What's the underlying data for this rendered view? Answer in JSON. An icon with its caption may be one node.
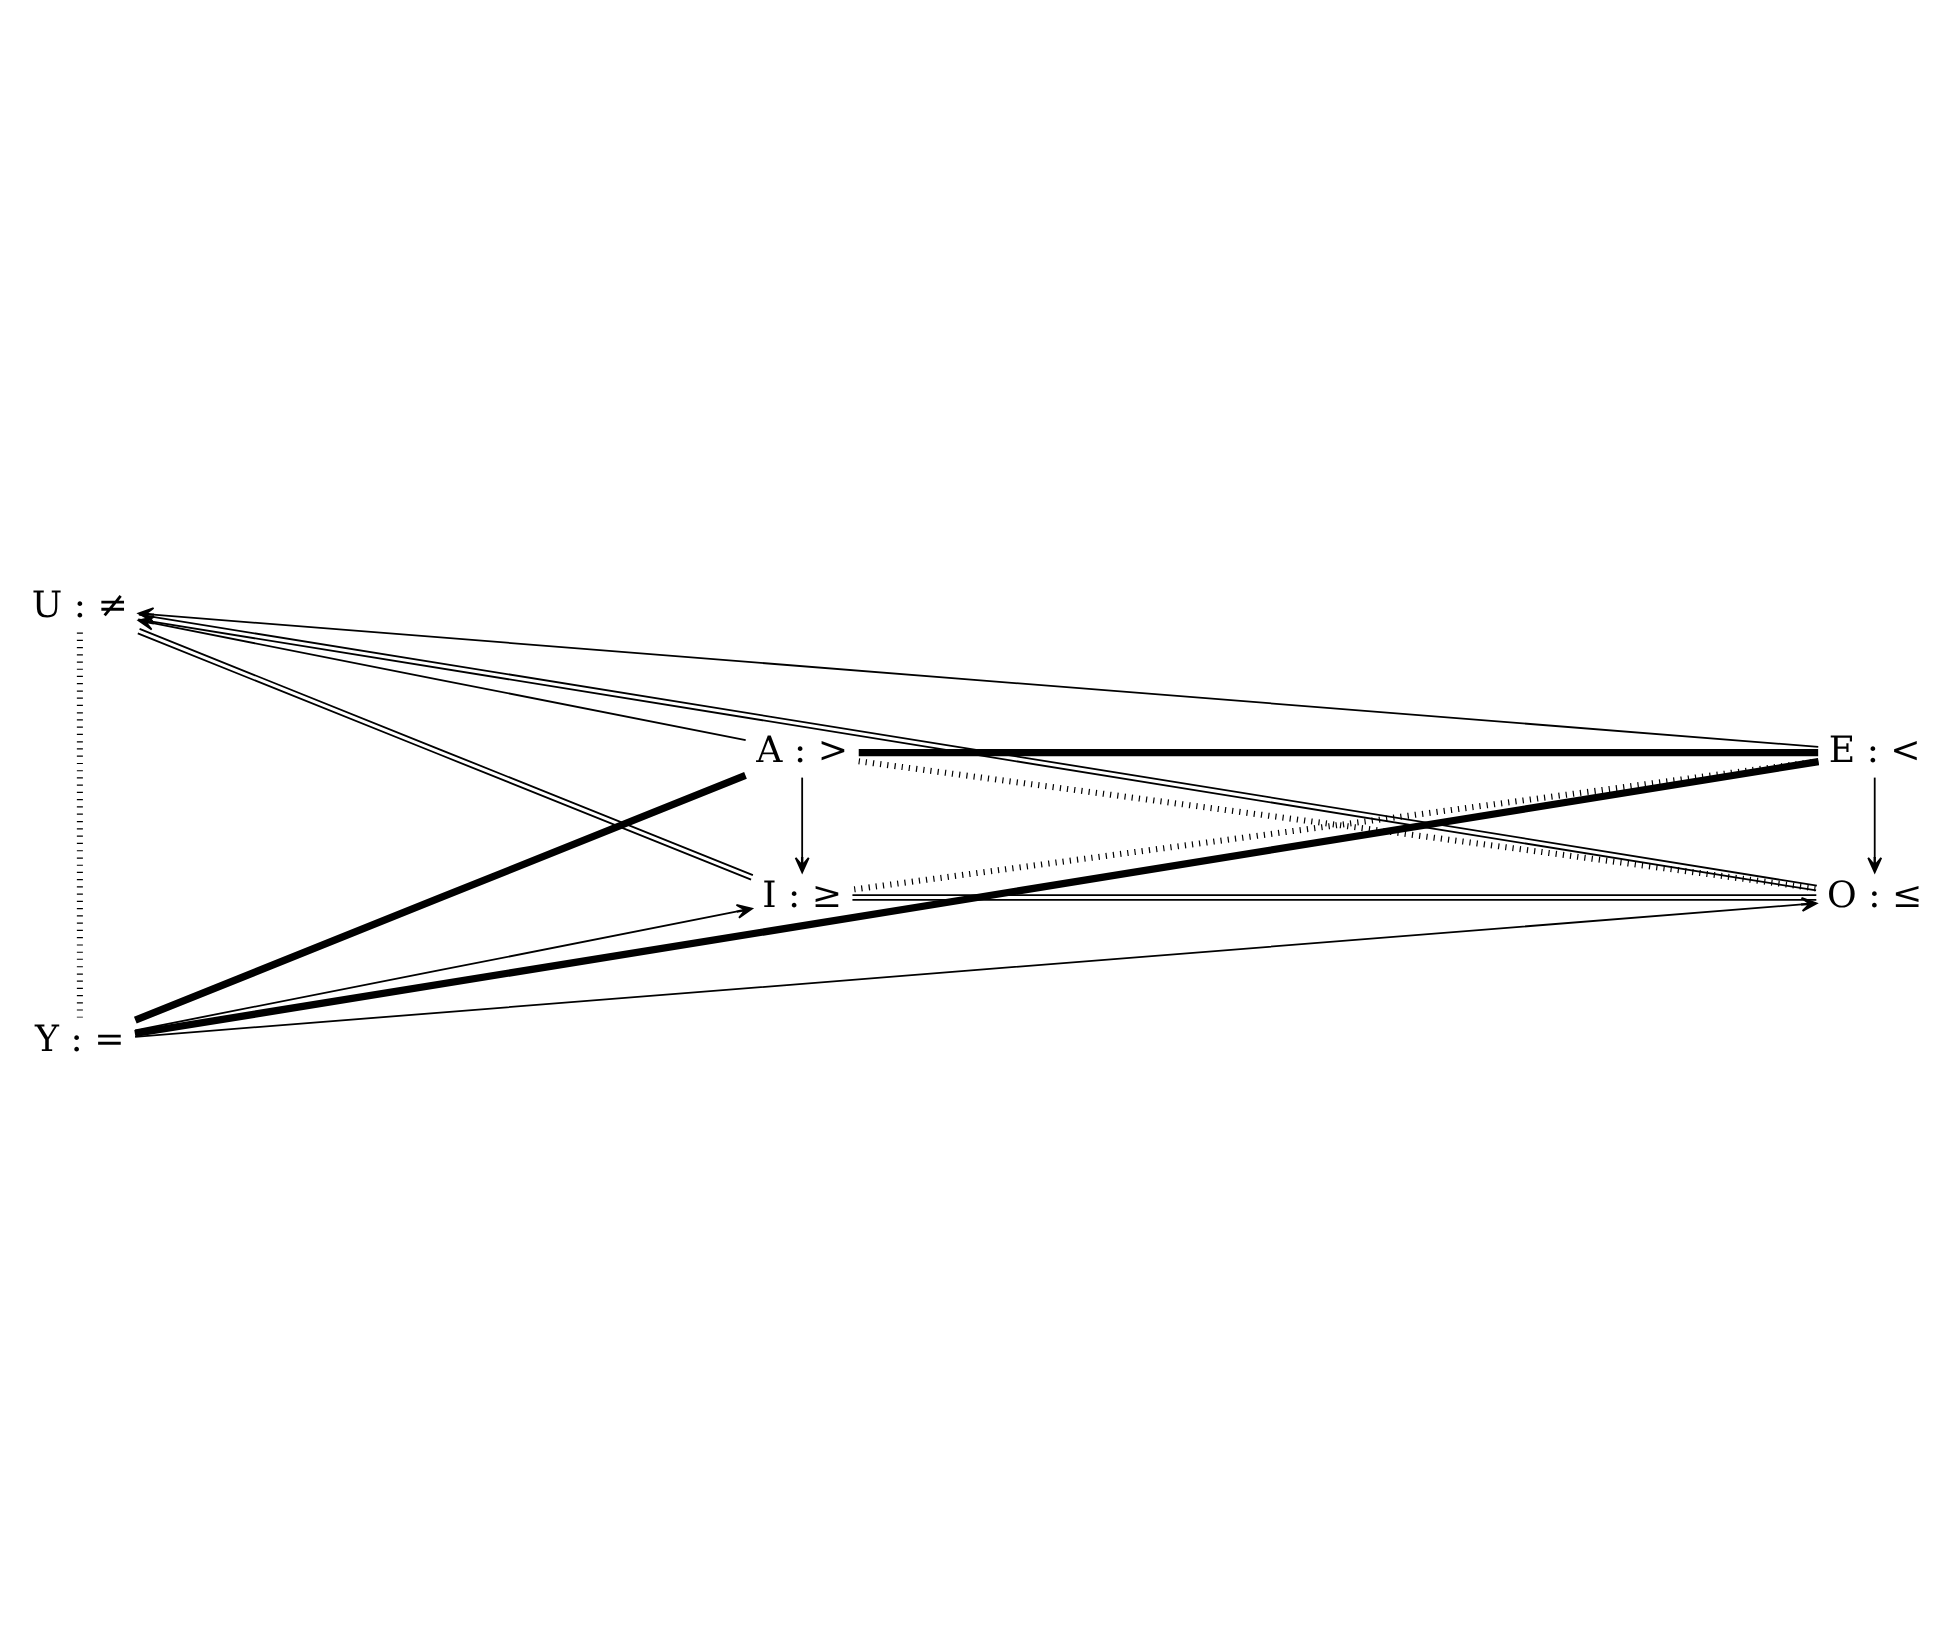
{
  "diagram": {
    "nodes": [
      {
        "text": [
          "U : ≠"
        ]
      },
      {
        "text": [
          "A : >"
        ]
      },
      {
        "text": [
          "E : <"
        ]
      },
      {
        "text": [
          "I : ≥"
        ]
      },
      {
        "text": [
          "O : ≤"
        ]
      },
      {
        "text": [
          "Y : ="
        ]
      }
    ],
    "edges": [
      {
        "from": 1,
        "to": 0,
        "arrow": "to"
      },
      {
        "from": 2,
        "to": 0,
        "arrow": "to"
      },
      {
        "from": 1,
        "to": 3,
        "arrow": "to"
      },
      {
        "from": 2,
        "to": 4,
        "arrow": "to"
      },
      {
        "from": 5,
        "to": 3,
        "arrow": "to"
      },
      {
        "from": 5,
        "to": 4,
        "arrow": "to"
      },
      {
        "from": 1,
        "to": 2,
        "arrow": "none",
        "style": "thick"
      },
      {
        "from": 1,
        "to": 5,
        "arrow": "none",
        "style": "thick"
      },
      {
        "from": 2,
        "to": 5,
        "arrow": "none",
        "style": "thick"
      },
      {
        "from": 0,
        "to": 5,
        "arrow": "none",
        "style": "dashed"
      },
      {
        "from": 1,
        "to": 4,
        "arrow": "none",
        "style": "dashed"
      },
      {
        "from": 2,
        "to": 3,
        "arrow": "none",
        "style": "dashed"
      },
      {
        "from": 0,
        "to": 3,
        "arrow": "none"
      },
      {
        "from": 0,
        "to": 4,
        "arrow": "none"
      },
      {
        "from": 3,
        "to": 4,
        "arrow": "none"
      }
    ]
  }
}
